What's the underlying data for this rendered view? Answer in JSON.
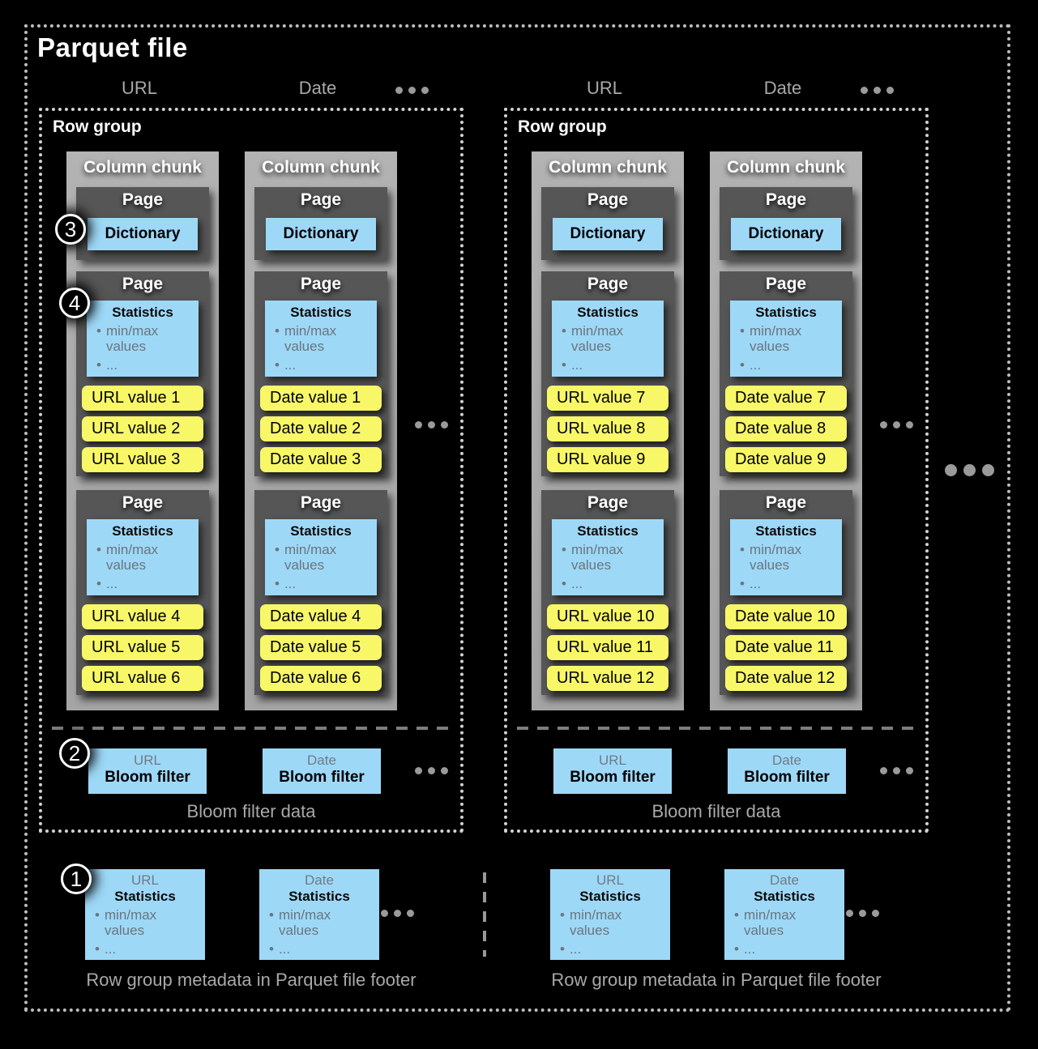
{
  "title": "Parquet file",
  "colors": {
    "background": "#000000",
    "blue_box": "#9ed8f7",
    "yellow_box": "#f8f768",
    "column_chunk_gray": "#a9a9a9",
    "page_gray": "#565656",
    "muted_text": "#a9a9a9",
    "bullet_text": "#68767f",
    "border_dotted": "#d2d2d2"
  },
  "annotations": [
    {
      "number": "1",
      "target": "row-group-metadata-statistics"
    },
    {
      "number": "2",
      "target": "bloom-filter"
    },
    {
      "number": "3",
      "target": "dictionary-page"
    },
    {
      "number": "4",
      "target": "page-statistics"
    }
  ],
  "row_groups": [
    {
      "label": "Row group",
      "chunks": [
        {
          "header": "URL",
          "label": "Column chunk",
          "pages": [
            {
              "kind": "dictionary",
              "label": "Page",
              "box_label": "Dictionary"
            },
            {
              "kind": "data",
              "label": "Page",
              "stats_title": "Statistics",
              "bullets": [
                "min/max values",
                "..."
              ],
              "values": [
                "URL value 1",
                "URL value 2",
                "URL value 3"
              ]
            },
            {
              "kind": "data",
              "label": "Page",
              "stats_title": "Statistics",
              "bullets": [
                "min/max values",
                "..."
              ],
              "values": [
                "URL value 4",
                "URL value 5",
                "URL value 6"
              ]
            }
          ]
        },
        {
          "header": "Date",
          "label": "Column chunk",
          "pages": [
            {
              "kind": "dictionary",
              "label": "Page",
              "box_label": "Dictionary"
            },
            {
              "kind": "data",
              "label": "Page",
              "stats_title": "Statistics",
              "bullets": [
                "min/max values",
                "..."
              ],
              "values": [
                "Date value 1",
                "Date value 2",
                "Date value 3"
              ]
            },
            {
              "kind": "data",
              "label": "Page",
              "stats_title": "Statistics",
              "bullets": [
                "min/max values",
                "..."
              ],
              "values": [
                "Date value 4",
                "Date value 5",
                "Date value 6"
              ]
            }
          ]
        }
      ],
      "bloom": {
        "boxes": [
          {
            "column": "URL",
            "label": "Bloom filter"
          },
          {
            "column": "Date",
            "label": "Bloom filter"
          }
        ],
        "caption": "Bloom filter data"
      },
      "footer": {
        "boxes": [
          {
            "column": "URL",
            "title": "Statistics",
            "bullets": [
              "min/max values",
              "..."
            ]
          },
          {
            "column": "Date",
            "title": "Statistics",
            "bullets": [
              "min/max values",
              "..."
            ]
          }
        ],
        "caption": "Row group metadata in Parquet file footer"
      }
    },
    {
      "label": "Row group",
      "chunks": [
        {
          "header": "URL",
          "label": "Column chunk",
          "pages": [
            {
              "kind": "dictionary",
              "label": "Page",
              "box_label": "Dictionary"
            },
            {
              "kind": "data",
              "label": "Page",
              "stats_title": "Statistics",
              "bullets": [
                "min/max values",
                "..."
              ],
              "values": [
                "URL value 7",
                "URL value 8",
                "URL value 9"
              ]
            },
            {
              "kind": "data",
              "label": "Page",
              "stats_title": "Statistics",
              "bullets": [
                "min/max values",
                "..."
              ],
              "values": [
                "URL value 10",
                "URL value 11",
                "URL value 12"
              ]
            }
          ]
        },
        {
          "header": "Date",
          "label": "Column chunk",
          "pages": [
            {
              "kind": "dictionary",
              "label": "Page",
              "box_label": "Dictionary"
            },
            {
              "kind": "data",
              "label": "Page",
              "stats_title": "Statistics",
              "bullets": [
                "min/max values",
                "..."
              ],
              "values": [
                "Date value 7",
                "Date value 8",
                "Date value 9"
              ]
            },
            {
              "kind": "data",
              "label": "Page",
              "stats_title": "Statistics",
              "bullets": [
                "min/max values",
                "..."
              ],
              "values": [
                "Date value 10",
                "Date value 11",
                "Date value 12"
              ]
            }
          ]
        }
      ],
      "bloom": {
        "boxes": [
          {
            "column": "URL",
            "label": "Bloom filter"
          },
          {
            "column": "Date",
            "label": "Bloom filter"
          }
        ],
        "caption": "Bloom filter data"
      },
      "footer": {
        "boxes": [
          {
            "column": "URL",
            "title": "Statistics",
            "bullets": [
              "min/max values",
              "..."
            ]
          },
          {
            "column": "Date",
            "title": "Statistics",
            "bullets": [
              "min/max values",
              "..."
            ]
          }
        ],
        "caption": "Row group metadata in Parquet file footer"
      }
    }
  ]
}
